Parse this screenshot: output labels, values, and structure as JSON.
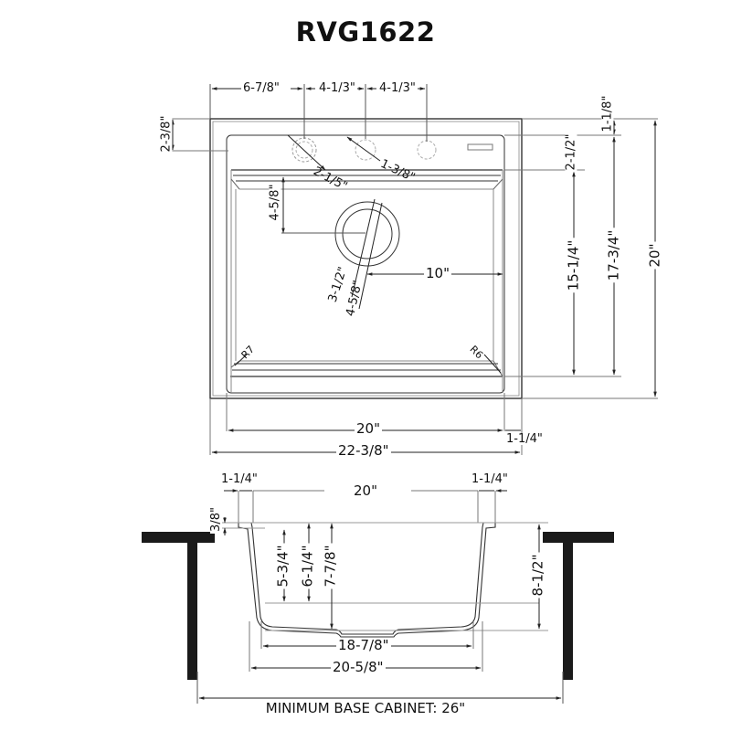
{
  "title": "RVG1622",
  "top_view": {
    "faucet_spacing": {
      "first_from_edge": "6-7/8\"",
      "hole_1_to_2": "4-1/3\"",
      "hole_2_to_3": "4-1/3\""
    },
    "deck_offset_top": "2-3/8\"",
    "right_offset_top": "1-1/8\"",
    "deck_to_basin": "2-1/2\"",
    "hole_diameter_1": "2-1/5\"",
    "hole_diameter_2": "1-3/8\"",
    "drain_from_top": "4-5/8\"",
    "drain_inner_diameter": "3-1/2\"",
    "drain_outer_diameter": "4-5/8\"",
    "drain_from_right": "10\"",
    "corner_radius_left": "R7",
    "corner_radius_right": "R6",
    "basin_depth_dim": "15-1/4\"",
    "inner_length_dim": "17-3/4\"",
    "overall_depth": "20\"",
    "basin_width": "20\"",
    "rim_width": "1-1/4\"",
    "overall_width": "22-3/8\""
  },
  "side_view": {
    "left_rim": "1-1/4\"",
    "top_width": "20\"",
    "right_rim": "1-1/4\"",
    "rim_thickness": "3/8\"",
    "depth_1": "5-3/4\"",
    "depth_2": "6-1/4\"",
    "depth_3": "7-7/8\"",
    "overall_height": "8-1/2\"",
    "bottom_width": "18-7/8\"",
    "outer_bottom_width": "20-5/8\""
  },
  "footer": "MINIMUM BASE CABINET: 26\""
}
